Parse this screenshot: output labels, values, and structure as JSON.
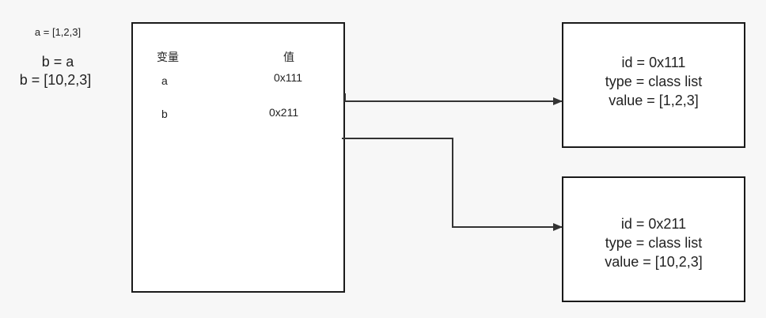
{
  "code": {
    "line1": "a = [1,2,3]",
    "line2": "b = a",
    "line3": "b = [10,2,3]"
  },
  "variables": {
    "header_var": "变量",
    "header_val": "值",
    "rows": [
      {
        "name": "a",
        "value": "0x111"
      },
      {
        "name": "b",
        "value": "0x211"
      }
    ]
  },
  "objects": [
    {
      "id": "id = 0x111",
      "type": "type = class list",
      "value": "value = [1,2,3]"
    },
    {
      "id": "id = 0x211",
      "type": "type = class list",
      "value": "value = [10,2,3]"
    }
  ],
  "colors": {
    "line": "#333333",
    "border": "#1a1a1a"
  }
}
